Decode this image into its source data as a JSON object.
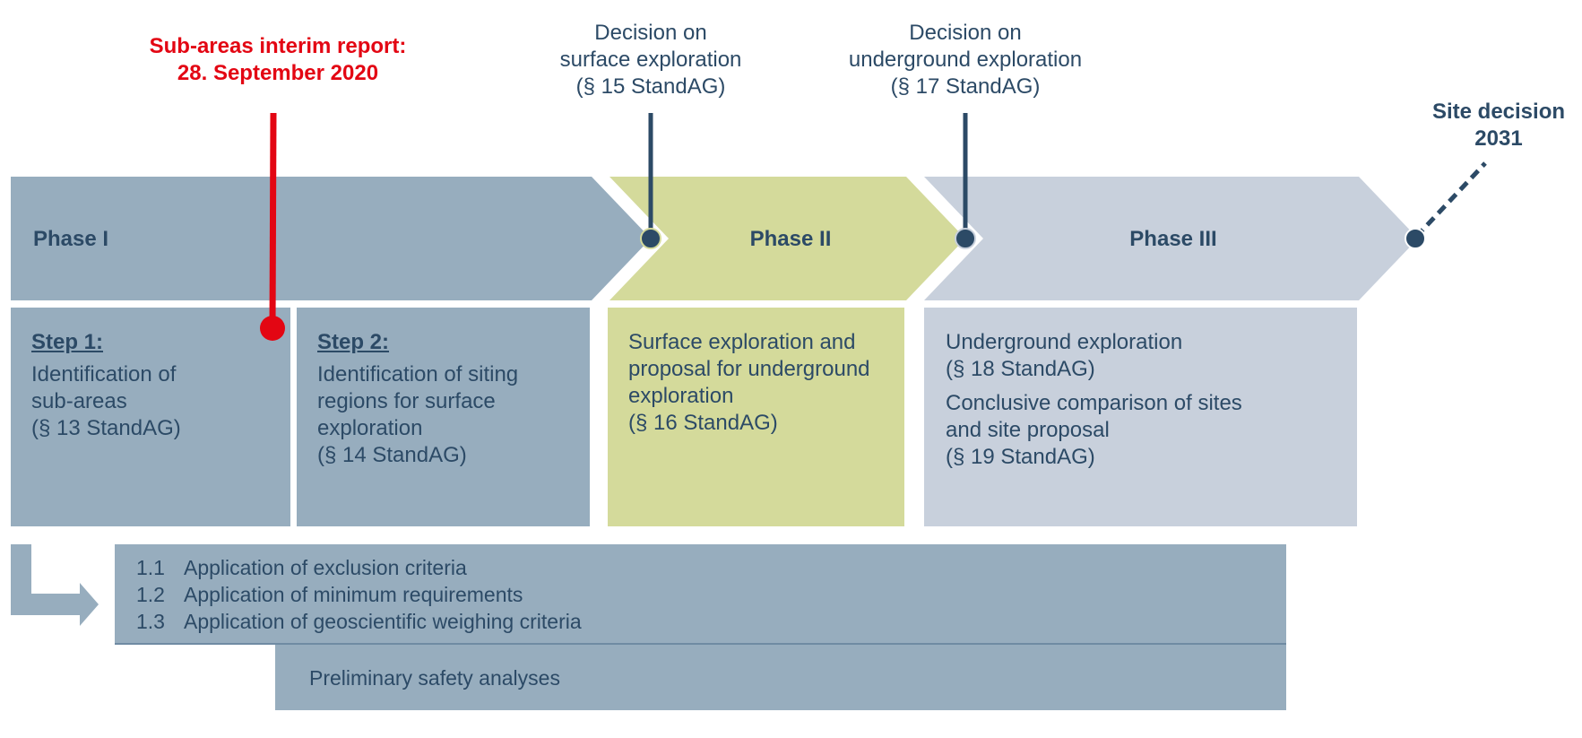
{
  "milestones": {
    "interim_report": {
      "line1": "Sub-areas interim report:",
      "line2": "28. September 2020"
    },
    "decision_surface": {
      "line1": "Decision on",
      "line2": "surface exploration",
      "line3": "(§ 15 StandAG)"
    },
    "decision_underground": {
      "line1": "Decision on",
      "line2": "underground exploration",
      "line3": "(§ 17 StandAG)"
    },
    "site_decision": {
      "line1": "Site decision",
      "line2": "2031"
    }
  },
  "phases": [
    {
      "label": "Phase I"
    },
    {
      "label": "Phase II"
    },
    {
      "label": "Phase III"
    }
  ],
  "boxes": {
    "step1": {
      "title": "Step 1:",
      "line1": "Identification of",
      "line2": "sub-areas",
      "line3": "(§ 13 StandAG)"
    },
    "step2": {
      "title": "Step 2:",
      "line1": "Identification of siting",
      "line2": "regions for surface",
      "line3": "exploration",
      "line4": "(§ 14 StandAG)"
    },
    "phase2": {
      "line1": "Surface exploration and",
      "line2": "proposal for underground",
      "line3": "exploration",
      "line4": "(§ 16 StandAG)"
    },
    "phase3": {
      "line1": "Underground exploration",
      "line2": "(§ 18 StandAG)",
      "line3": "Conclusive comparison of sites",
      "line4": "and site proposal",
      "line5": "(§ 19 StandAG)"
    }
  },
  "criteria": [
    {
      "num": "1.1",
      "text": "Application of exclusion criteria"
    },
    {
      "num": "1.2",
      "text": "Application of minimum requirements"
    },
    {
      "num": "1.3",
      "text": "Application of geoscientific weighing criteria"
    }
  ],
  "safety": {
    "label": "Preliminary safety analyses"
  },
  "colors": {
    "phase1": "#97adbe",
    "phase2": "#d4da9b",
    "phase3": "#c8d0dc",
    "text": "#2c4a66",
    "accent_red": "#e30613",
    "milestone_line": "#2c4a66"
  }
}
